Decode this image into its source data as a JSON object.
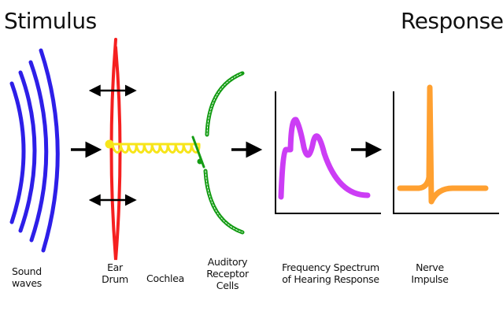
{
  "titles": {
    "stimulus": "Stimulus",
    "response": "Response"
  },
  "labels": {
    "sound_waves": [
      "Sound",
      "waves"
    ],
    "ear_drum": [
      "Ear",
      "Drum"
    ],
    "cochlea": [
      "Cochlea"
    ],
    "receptor_cells": [
      "Auditory",
      "Receptor",
      "Cells"
    ],
    "frequency_spectrum": [
      "Frequency Spectrum",
      "of Hearing Response"
    ],
    "nerve_impulse": [
      "Nerve",
      "Impulse"
    ]
  },
  "colors": {
    "sound_waves": "#2d1ee8",
    "ear_drum": "#f52020",
    "cochlea": "#f7e51a",
    "receptor_cells": "#149c14",
    "spectrum_curve": "#cc3df5",
    "impulse_curve": "#ffa030",
    "arrow": "#000000",
    "axis": "#000000"
  }
}
